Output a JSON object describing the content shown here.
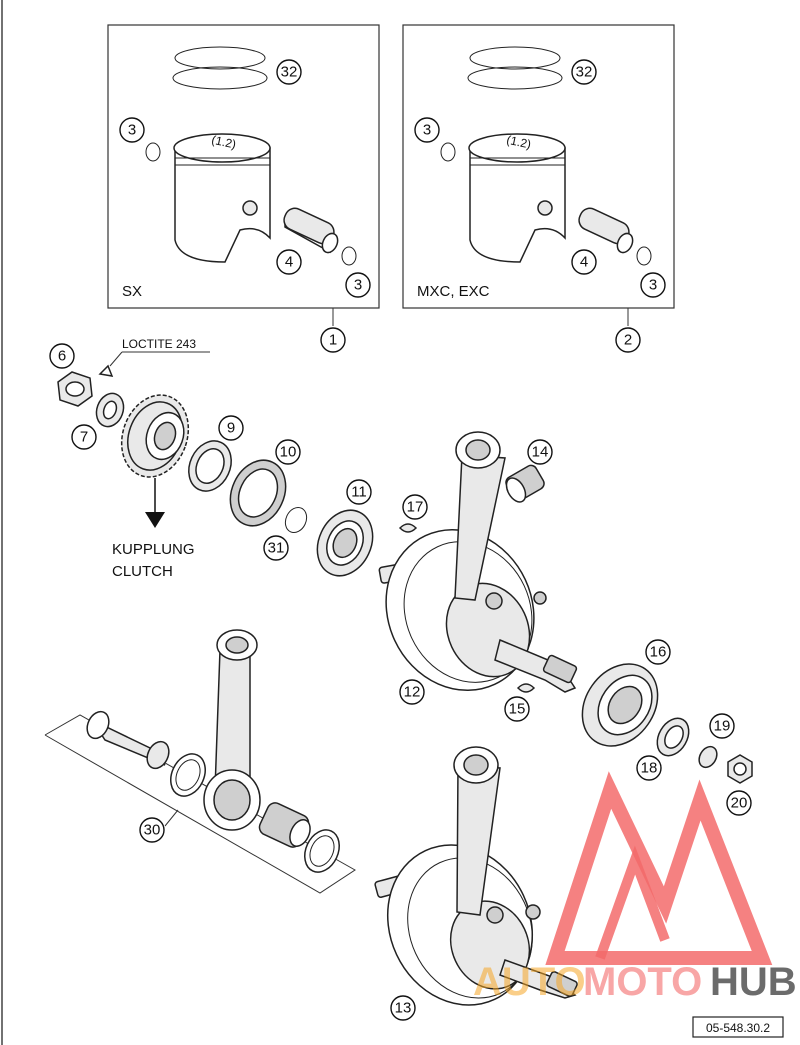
{
  "kits": [
    {
      "model_label": "SX",
      "kit_number": "1"
    },
    {
      "model_label": "MXC, EXC",
      "kit_number": "2"
    }
  ],
  "piston_marking": "(1.2)",
  "callouts": {
    "piston_rings": "32",
    "circlip": "3",
    "piston_pin": "4",
    "nut": "6",
    "washer": "7",
    "gear_spacer": "9",
    "shaft_seal": "10",
    "bearing_left": "11",
    "crankshaft": "12",
    "crankshaft_alt": "13",
    "needle_bearing": "14",
    "woodruff_key_right": "15",
    "bearing_right": "16",
    "woodruff_key_left": "17",
    "spacer_right": "18",
    "washer_right": "19",
    "nut_right": "20",
    "conrod_kit": "30",
    "o_ring": "31"
  },
  "loctite_label": "LOCTITE 243",
  "clutch_label_de": "KUPPLUNG",
  "clutch_label_en": "CLUTCH",
  "watermark": {
    "part1": "AUTO",
    "part2": "MOTO",
    "part3": "HUB",
    "color_red": "#f25a5a",
    "color_orange": "#f5a623",
    "color_dark": "#333333"
  },
  "diagram_code": "05-548.30.2"
}
